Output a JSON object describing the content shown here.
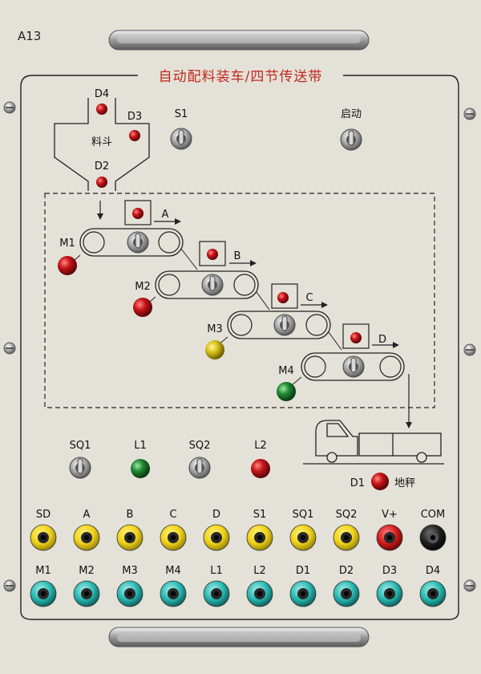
{
  "panel": {
    "model": "A13",
    "title": "自动配料装车/四节传送带",
    "colors": {
      "panel": "#e4e1d8",
      "title": "#c0281e",
      "line": "#222222"
    }
  },
  "hopper": {
    "label": "料斗",
    "indicators": [
      {
        "label": "D4",
        "color": "#c8141a"
      },
      {
        "label": "D3",
        "color": "#c8141a"
      },
      {
        "label": "D2",
        "color": "#c8141a"
      }
    ]
  },
  "switches": {
    "s1": "S1",
    "start": "启动",
    "sq1": "SQ1",
    "sq2": "SQ2"
  },
  "conveyors": [
    {
      "motor": "M1",
      "arrow": "A",
      "motor_color": "#b0141a"
    },
    {
      "motor": "M2",
      "arrow": "B",
      "motor_color": "#b0141a"
    },
    {
      "motor": "M3",
      "arrow": "C",
      "motor_color": "#d8c21a"
    },
    {
      "motor": "M4",
      "arrow": "D",
      "motor_color": "#1f8a32"
    }
  ],
  "lamps": {
    "l1": {
      "label": "L1",
      "color": "#1f8a32"
    },
    "l2": {
      "label": "L2",
      "color": "#b0141a"
    },
    "d1": {
      "label": "D1",
      "color": "#b0141a"
    },
    "scale": "地秤"
  },
  "terminals_top": [
    {
      "label": "SD",
      "color": "yellow"
    },
    {
      "label": "A",
      "color": "yellow"
    },
    {
      "label": "B",
      "color": "yellow"
    },
    {
      "label": "C",
      "color": "yellow"
    },
    {
      "label": "D",
      "color": "yellow"
    },
    {
      "label": "S1",
      "color": "yellow"
    },
    {
      "label": "SQ1",
      "color": "yellow"
    },
    {
      "label": "SQ2",
      "color": "yellow"
    },
    {
      "label": "V+",
      "color": "red"
    },
    {
      "label": "COM",
      "color": "black"
    }
  ],
  "terminals_bottom": [
    {
      "label": "M1",
      "color": "teal"
    },
    {
      "label": "M2",
      "color": "teal"
    },
    {
      "label": "M3",
      "color": "teal"
    },
    {
      "label": "M4",
      "color": "teal"
    },
    {
      "label": "L1",
      "color": "teal"
    },
    {
      "label": "L2",
      "color": "teal"
    },
    {
      "label": "D1",
      "color": "teal"
    },
    {
      "label": "D2",
      "color": "teal"
    },
    {
      "label": "D3",
      "color": "teal"
    },
    {
      "label": "D4",
      "color": "teal"
    }
  ]
}
